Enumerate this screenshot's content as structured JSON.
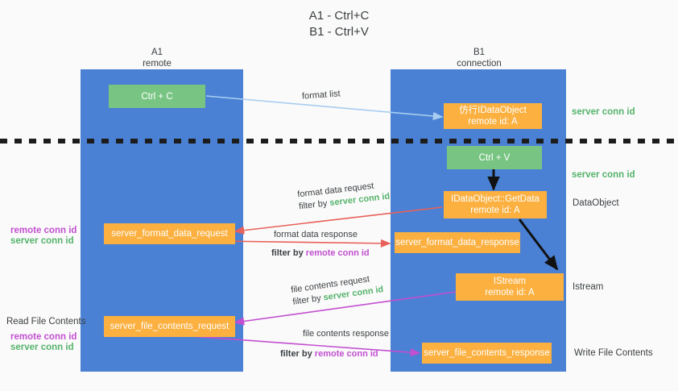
{
  "title": "A1 - Ctrl+C\nB1 - Ctrl+V",
  "lanes": [
    {
      "name": "lane-a1",
      "line1": "A1",
      "line2": "remote"
    },
    {
      "name": "lane-b1",
      "line1": "B1",
      "line2": "connection"
    }
  ],
  "nodes": {
    "ctrl_c": "Ctrl + C",
    "mock_dataobject": "仿行IDataObject\nremote id: A",
    "ctrl_v": "Ctrl + V",
    "getdata": "IDataObject::GetData\nremote id: A",
    "server_format_data_request": "server_format_data_request",
    "server_format_data_response": "server_format_data_response",
    "istream": "IStream\nremote id: A",
    "server_file_contents_request": "server_file_contents_request",
    "server_file_contents_response": "server_file_contents_response"
  },
  "edge_labels": {
    "format_list": "format list",
    "format_data_request": "format data request",
    "format_data_request_filter_prefix": "filter by ",
    "format_data_request_filter_key": "server conn id",
    "format_data_response": "format data response",
    "format_data_response_filter_prefix": "filter by ",
    "format_data_response_filter_key": "remote conn id",
    "file_contents_request": "file contents request",
    "file_contents_request_filter_prefix": "filter by ",
    "file_contents_request_filter_key": "server conn id",
    "file_contents_response": "file contents response",
    "file_contents_response_filter_prefix": "filter by ",
    "file_contents_response_filter_key": "remote conn id"
  },
  "annotations": {
    "right_server_conn_id_top": "server conn id",
    "right_server_conn_id_mid": "server conn id",
    "right_dataobject": "DataObject",
    "right_istream": "Istream",
    "right_write_file_contents": "Write File Contents",
    "left_remote_conn_id_1": "remote conn id",
    "left_server_conn_id_1": "server conn id",
    "left_read_file_contents": "Read File Contents",
    "left_remote_conn_id_2": "remote conn id",
    "left_server_conn_id_2": "server conn id"
  },
  "colors": {
    "lane_blue": "#4a81d4",
    "node_green": "#78c583",
    "node_orange": "#fbb040",
    "arrow_light_blue": "#a8cdf0",
    "arrow_black": "#111111",
    "arrow_red": "#e8605a",
    "arrow_magenta": "#c24fd0",
    "text_green": "#55b36b",
    "text_purple": "#c24fd0",
    "divider_black": "#1c1c1c",
    "background": "#fafafa"
  }
}
